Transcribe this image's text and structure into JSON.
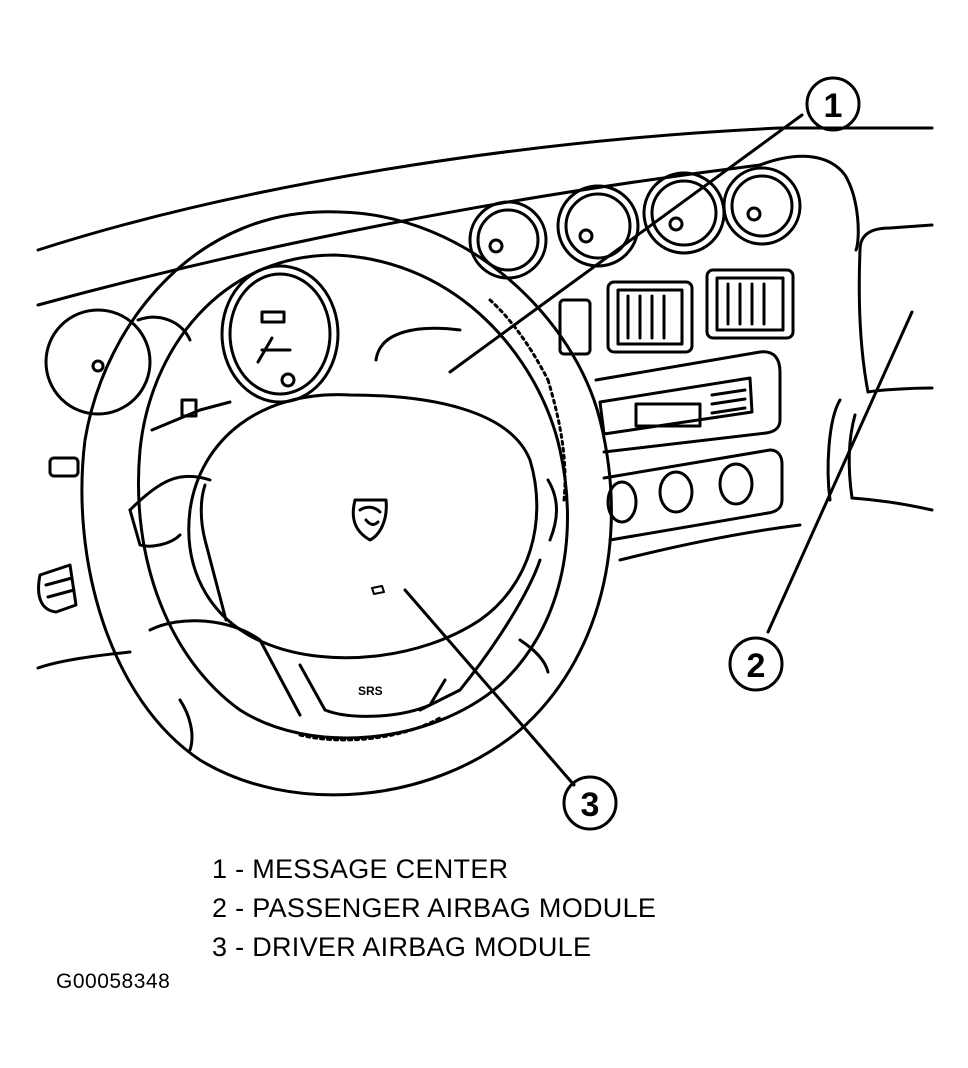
{
  "diagram": {
    "callouts": [
      {
        "number": "1",
        "label": "MESSAGE CENTER"
      },
      {
        "number": "2",
        "label": "PASSENGER AIRBAG MODULE"
      },
      {
        "number": "3",
        "label": "DRIVER AIRBAG MODULE"
      }
    ],
    "figure_id": "G00058348",
    "airbag_cover_text": "SRS"
  },
  "legend": {
    "item1": "1 - MESSAGE CENTER",
    "item2": "2 - PASSENGER AIRBAG MODULE",
    "item3": "3 - DRIVER AIRBAG MODULE"
  }
}
